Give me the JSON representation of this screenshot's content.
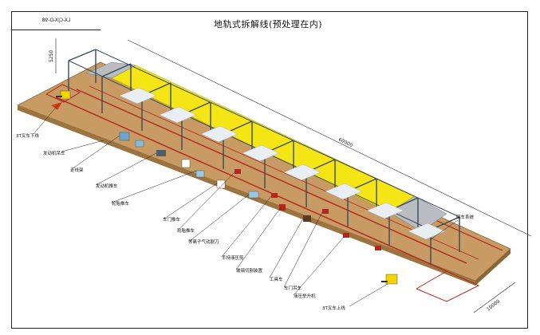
{
  "header": {
    "drawing_code": "LX-CJX-D-98",
    "title": "地轨式拆解线(预处理在内)"
  },
  "dimensions": {
    "length": "60000",
    "width": "10000",
    "height": "5250"
  },
  "labels": {
    "forklift_down": "3T叉车下线",
    "engine_hoist": "发动机吊车",
    "rack": "走线架",
    "engine_cart": "发动机推车",
    "tire_cart": "轮胎推车",
    "door_cart": "车门推车",
    "wheel_cart": "轮胎推车",
    "plasma": "等离子气动割刀",
    "hand_hydraulic": "手持液压剪",
    "glass_cutter": "玻璃切割装置",
    "tool_cart": "工具车",
    "door_hoist": "车门吊车",
    "hydraulic_lift": "液压举升机",
    "return_system": "回车系统",
    "forklift_up": "3T叉车上线"
  }
}
